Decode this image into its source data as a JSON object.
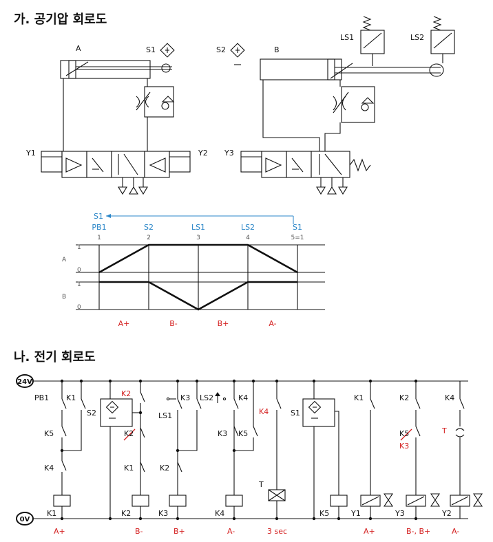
{
  "titles": {
    "section_a": "가. 공기압 회로도",
    "section_b": "나. 전기 회로도"
  },
  "pneumatic": {
    "cyl_a": "A",
    "cyl_b": "B",
    "s1": "S1",
    "s2": "S2",
    "ls1": "LS1",
    "ls2": "LS2",
    "y1": "Y1",
    "y2": "Y2",
    "y3": "Y3"
  },
  "timing": {
    "return_label": "S1",
    "signals": [
      "PB1",
      "S2",
      "LS1",
      "LS2",
      "S1"
    ],
    "steps": [
      "1",
      "2",
      "3",
      "4",
      "5=1"
    ],
    "row_a": "A",
    "row_b": "B",
    "level_1": "1",
    "level_0": "0",
    "motions": [
      "A+",
      "B-",
      "B+",
      "A-"
    ],
    "chart_data": {
      "type": "line",
      "x": [
        1,
        2,
        3,
        4,
        5
      ],
      "series": [
        {
          "name": "A",
          "values": [
            0,
            1,
            1,
            1,
            0
          ]
        },
        {
          "name": "B",
          "values": [
            1,
            1,
            0,
            1,
            1
          ]
        }
      ],
      "ylim": [
        0,
        1
      ]
    }
  },
  "electric": {
    "v24": "24V",
    "v0": "0V",
    "pb1": "PB1",
    "s2": "S2",
    "s1": "S1",
    "ls1": "LS1",
    "ls2": "LS2",
    "k1": "K1",
    "k2": "K2",
    "k3": "K3",
    "k4": "K4",
    "k5": "K5",
    "k2_red": "K2",
    "k4_red": "K4",
    "k3_red": "K3",
    "k5_red": "K5",
    "t": "T",
    "t_red": "T",
    "coils": [
      "K1",
      "K2",
      "K3",
      "K4",
      "K5",
      "Y1",
      "Y3",
      "Y2"
    ],
    "bottom": {
      "k1": "A+",
      "k2": "B-",
      "k3": "B+",
      "k4": "A-",
      "timer": "3 sec",
      "y1": "A+",
      "y3": "B-, B+",
      "y2": "A-"
    }
  }
}
